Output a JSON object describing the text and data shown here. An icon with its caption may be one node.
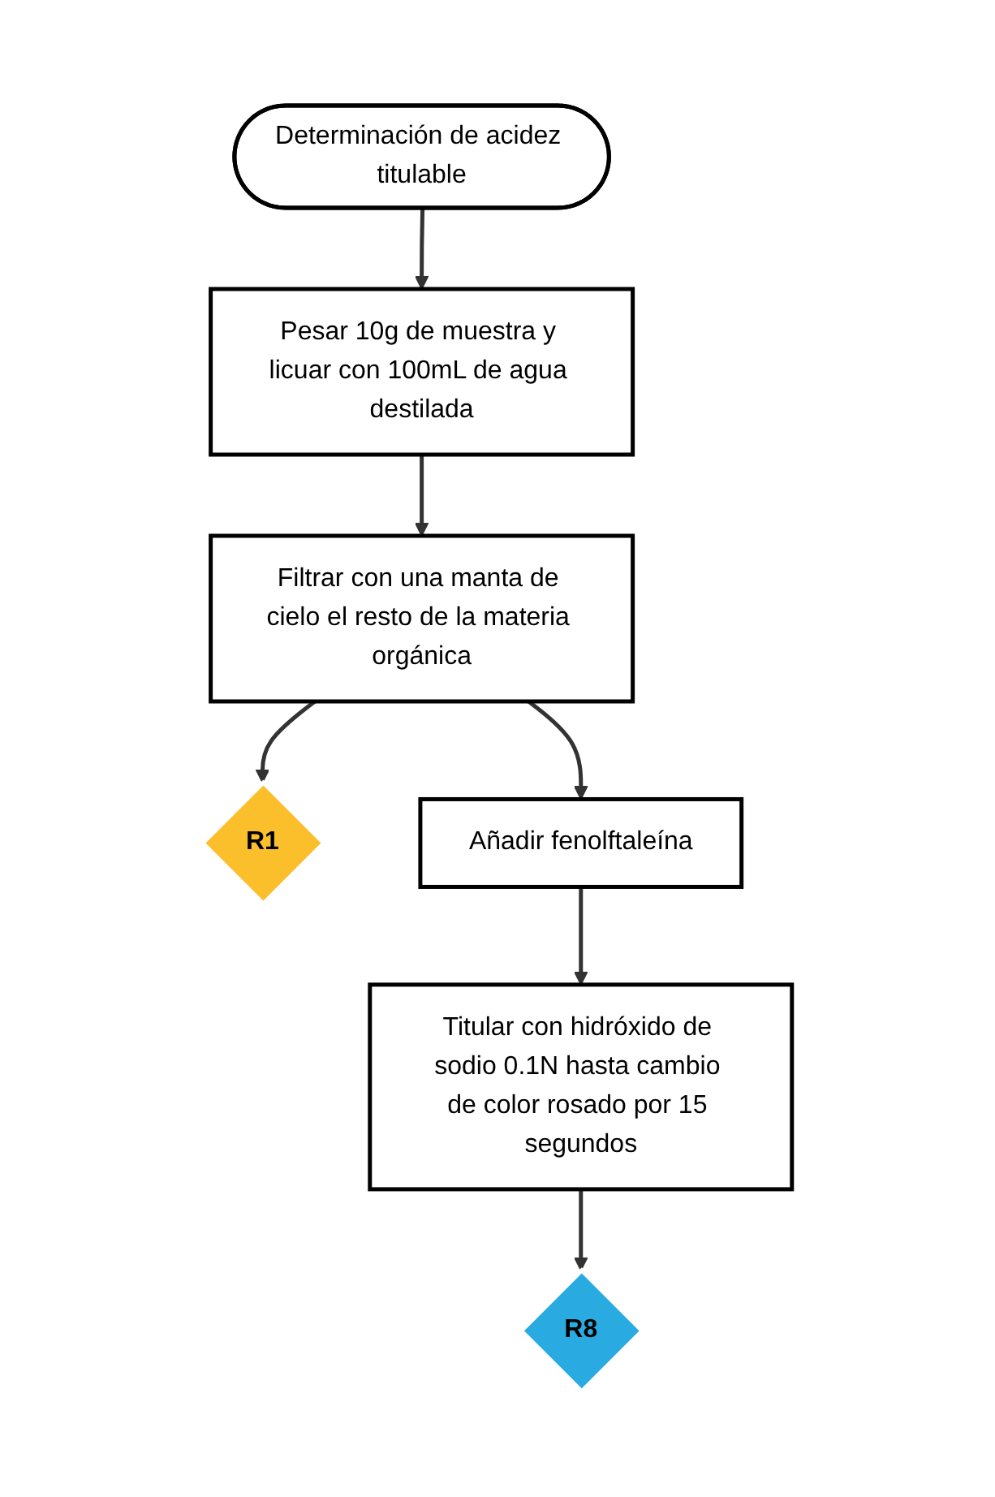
{
  "diagram": {
    "nodes": [
      {
        "text": [
          "Determinación de acidez titulable"
        ]
      },
      {
        "text": [
          "Pesar 10g de muestra y licuar con 100mL de agua destilada"
        ]
      },
      {
        "text": [
          "Filtrar con una manta de cielo el resto de la materia orgánica"
        ]
      },
      {
        "text": [
          "R1"
        ]
      },
      {
        "text": [
          "Añadir fenolftaleína"
        ]
      },
      {
        "text": [
          "Titular con hidróxido de sodio 0.1N hasta cambio de color rosado por 15 segundos"
        ]
      },
      {
        "text": [
          "R8"
        ]
      }
    ],
    "edges": [
      {
        "from": 0,
        "to": 1,
        "arrow": "to"
      },
      {
        "from": 1,
        "to": 2,
        "arrow": "to"
      },
      {
        "from": 2,
        "to": 3,
        "arrow": "to"
      },
      {
        "from": 2,
        "to": 4,
        "arrow": "to"
      },
      {
        "from": 4,
        "to": 5,
        "arrow": "to"
      },
      {
        "from": 5,
        "to": 6,
        "arrow": "to"
      }
    ]
  }
}
